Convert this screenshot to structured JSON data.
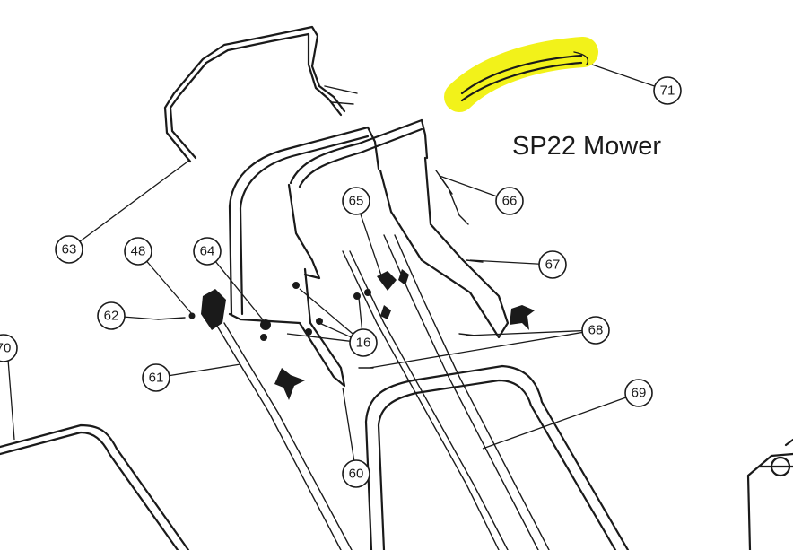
{
  "diagram": {
    "label": "SP22 Mower",
    "highlight_color": "#f2f21a",
    "callouts": [
      {
        "id": "71",
        "text": "71"
      },
      {
        "id": "63",
        "text": "63"
      },
      {
        "id": "66",
        "text": "66"
      },
      {
        "id": "65",
        "text": "65"
      },
      {
        "id": "48",
        "text": "48"
      },
      {
        "id": "64",
        "text": "64"
      },
      {
        "id": "67",
        "text": "67"
      },
      {
        "id": "62",
        "text": "62"
      },
      {
        "id": "70",
        "text": "70"
      },
      {
        "id": "16",
        "text": "16"
      },
      {
        "id": "68",
        "text": "68"
      },
      {
        "id": "61",
        "text": "61"
      },
      {
        "id": "69",
        "text": "69"
      },
      {
        "id": "60",
        "text": "60"
      }
    ]
  }
}
